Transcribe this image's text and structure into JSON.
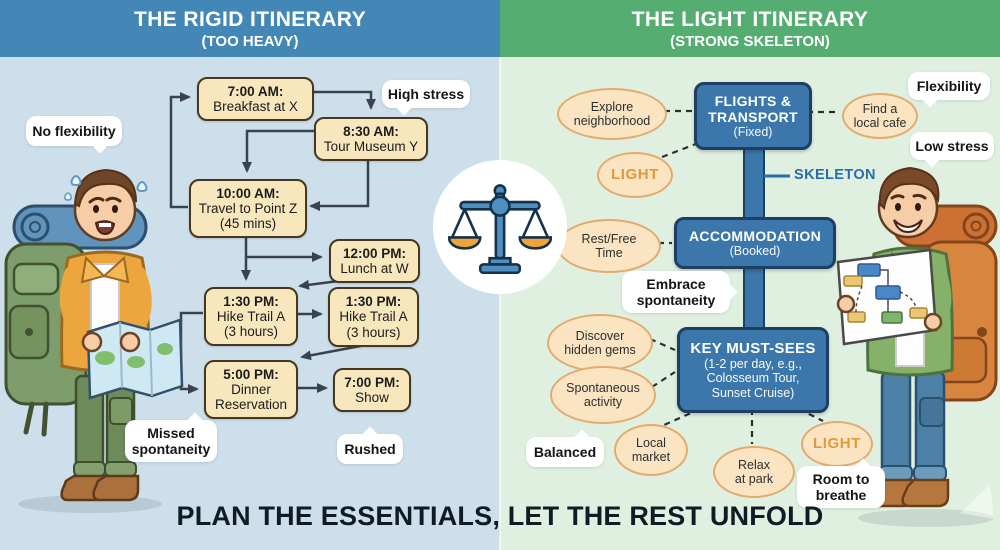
{
  "left": {
    "title": "THE RIGID ITINERARY",
    "subtitle": "(TOO HEAVY)",
    "boxes": [
      {
        "time": "7:00 AM:",
        "label": "Breakfast at X"
      },
      {
        "time": "8:30 AM:",
        "label": "Tour Museum Y"
      },
      {
        "time": "10:00 AM:",
        "label": "Travel to Point Z\n(45 mins)"
      },
      {
        "time": "12:00 PM:",
        "label": "Lunch at W"
      },
      {
        "time": "1:30 PM:",
        "label": "Hike Trail A\n(3 hours)"
      },
      {
        "time": "1:30 PM:",
        "label": "Hike Trail A\n(3 hours)"
      },
      {
        "time": "5:00 PM:",
        "label": "Dinner\nReservation"
      },
      {
        "time": "7:00 PM:",
        "label": "Show"
      }
    ],
    "bubbles": {
      "no_flexibility": "No flexibility",
      "high_stress": "High stress",
      "missed_spontaneity": "Missed\nspontaneity",
      "rushed": "Rushed"
    }
  },
  "right": {
    "title": "THE LIGHT ITINERARY",
    "subtitle": "(STRONG SKELETON)",
    "skeleton_label": "SKELETON",
    "boxes": [
      {
        "title": "FLIGHTS &\nTRANSPORT",
        "subtitle": "(Fixed)"
      },
      {
        "title": "ACCOMMODATION",
        "subtitle": "(Booked)"
      },
      {
        "title": "KEY MUST-SEES",
        "subtitle": "(1-2 per day, e.g.,\nColosseum Tour,\nSunset Cruise)"
      }
    ],
    "ellipses": [
      {
        "label": "Explore\nneighborhood"
      },
      {
        "label": "Find a\nlocal cafe"
      },
      {
        "label": "LIGHT"
      },
      {
        "label": "Rest/Free\nTime"
      },
      {
        "label": "Discover\nhidden gems"
      },
      {
        "label": "Spontaneous\nactivity"
      },
      {
        "label": "Local\nmarket"
      },
      {
        "label": "Relax\nat park"
      },
      {
        "label": "LIGHT"
      }
    ],
    "bubbles": {
      "flexibility": "Flexibility",
      "low_stress": "Low stress",
      "embrace_spontaneity": "Embrace\nspontaneity",
      "balanced": "Balanced",
      "room_to_breathe": "Room to\nbreathe"
    }
  },
  "footer": {
    "tagline": "PLAN THE ESSENTIALS, LET THE REST UNFOLD"
  },
  "colors": {
    "left_header": "#4387b7",
    "right_header": "#55ad72",
    "left_background": "#cedfec",
    "right_background": "#dff0e1",
    "itinerary_box_fill": "#f8e7bd",
    "itinerary_box_border": "#45381f",
    "skeleton_box_fill": "#3b77aa",
    "skeleton_box_border": "#1e3f60",
    "ellipse_fill": "#fae4c2",
    "ellipse_border": "#e2ab70",
    "light_accent_text": "#df9a3c",
    "skeleton_label_text": "#2a6da8",
    "arrow": "#39424e",
    "scale_pan": "#f0a33a",
    "scale_body": "#4f8fc0"
  }
}
